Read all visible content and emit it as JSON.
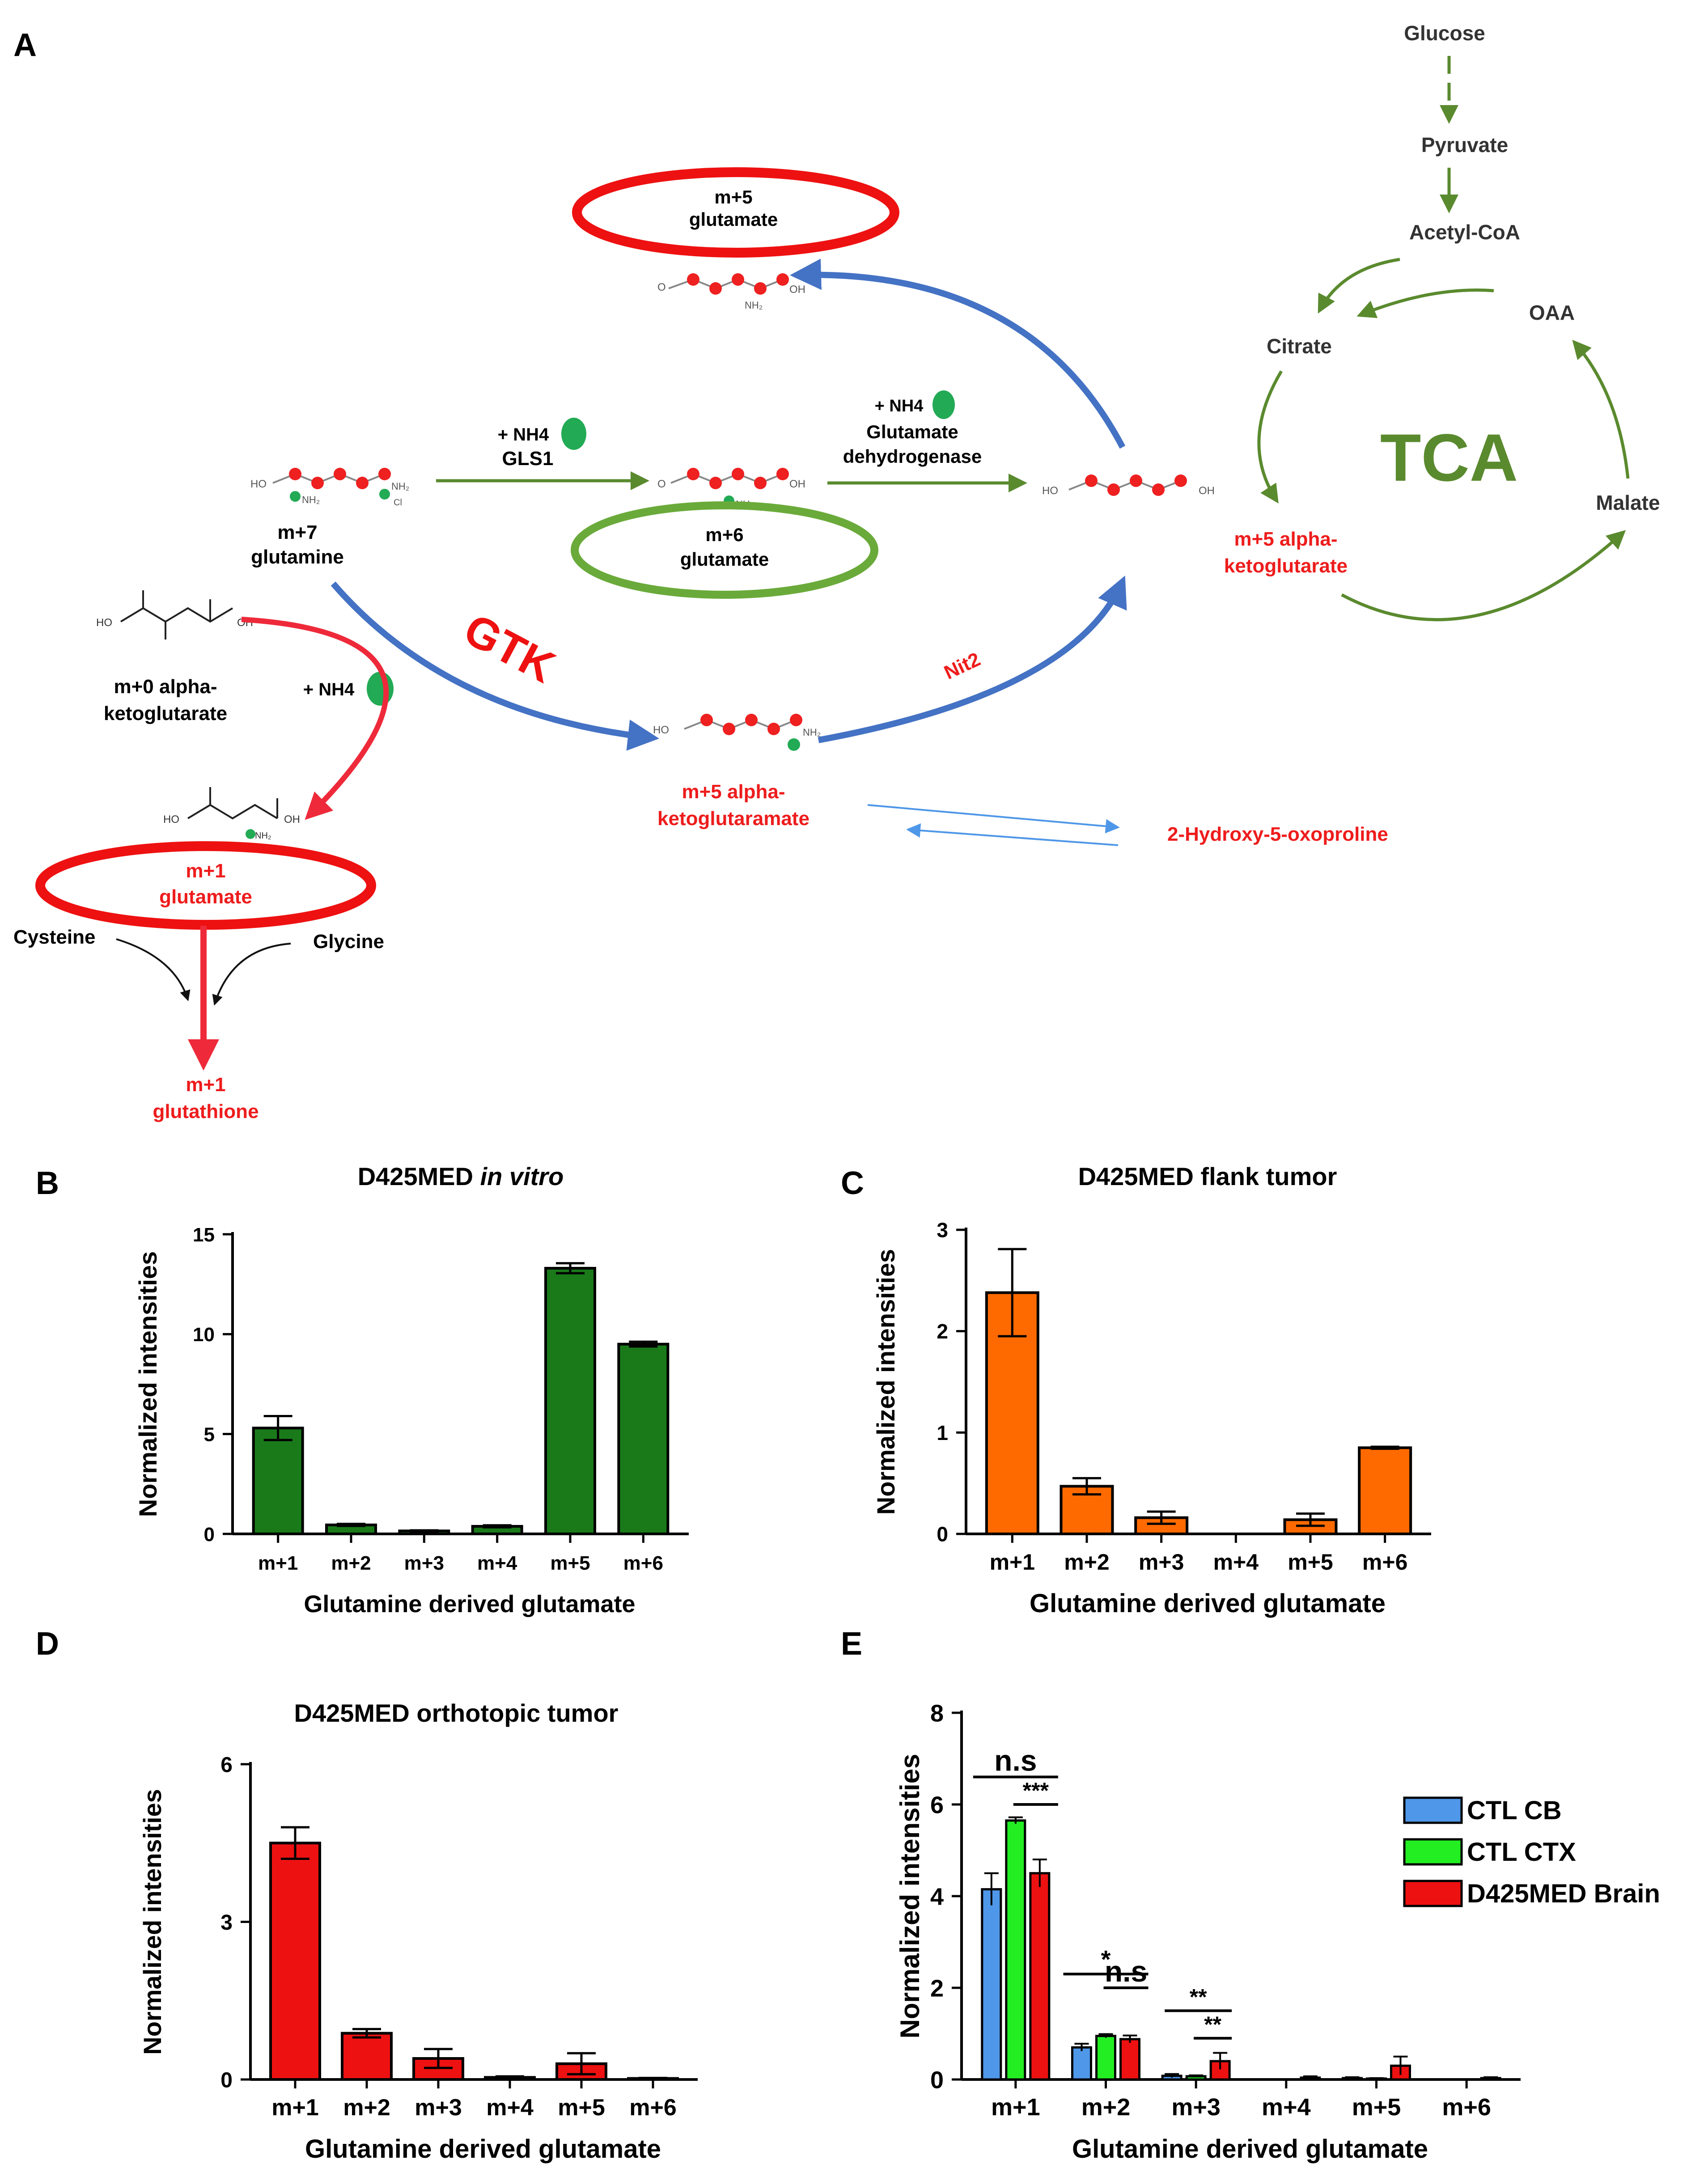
{
  "panel_labels": {
    "a": "A",
    "b": "B",
    "c": "C",
    "d": "D",
    "e": "E"
  },
  "diagram": {
    "glucose": "Glucose",
    "pyruvate": "Pyruvate",
    "acetyl_coa": "Acetyl-CoA",
    "citrate": "Citrate",
    "oaa": "OAA",
    "tca": "TCA",
    "malate": "Malate",
    "m5_glutamate_1": "m+5",
    "m5_glutamate_2": "glutamate",
    "nh4_gls": "+ NH4",
    "gls1": "GLS1",
    "nh4_gdh": "+ NH4",
    "gdh_1": "Glutamate",
    "gdh_2": "dehydrogenase",
    "m7_1": "m+7",
    "m7_2": "glutamine",
    "m6_1": "m+6",
    "m6_2": "glutamate",
    "m5akg_1": "m+5 alpha-",
    "m5akg_2": "ketoglutarate",
    "gtk": "GTK",
    "nit2": "Nit2",
    "m0akg_1": "m+0 alpha-",
    "m0akg_2": "ketoglutarate",
    "nh4_left": "+ NH4",
    "m5akgm_1": "m+5 alpha-",
    "m5akgm_2": "ketoglutaramate",
    "oxoproline": "2-Hydroxy-5-oxoproline",
    "m1glu_1": "m+1",
    "m1glu_2": "glutamate",
    "cysteine": "Cysteine",
    "glycine": "Glycine",
    "m1gsh_1": "m+1",
    "m1gsh_2": "glutathione",
    "chem": {
      "ho": "HO",
      "oh": "OH",
      "o": "O",
      "nh2": "NH₂",
      "cl": "Cl"
    }
  },
  "colors": {
    "green_bar": "#1a7a1a",
    "orange_bar": "#ff6a00",
    "red_bar": "#ee1111",
    "blue_bar": "#4f97e8",
    "bright_green_bar": "#22ee22",
    "diagram_green": "#5a8a2e",
    "diagram_blue": "#4472c4",
    "diagram_red": "#ee2a3a",
    "text_red": "#ee1c1c"
  },
  "chart_data": [
    {
      "panel": "B",
      "type": "bar",
      "title": "D425MED in vitro",
      "xlabel": "Glutamine derived glutamate",
      "ylabel": "Normalized intensities",
      "categories": [
        "m+1",
        "m+2",
        "m+3",
        "m+4",
        "m+5",
        "m+6"
      ],
      "values": [
        5.3,
        0.45,
        0.15,
        0.38,
        13.3,
        9.5
      ],
      "errors": [
        0.6,
        0.05,
        0.03,
        0.05,
        0.25,
        0.12
      ],
      "ylim": [
        0,
        15
      ],
      "yticks": [
        0,
        5,
        10,
        15
      ]
    },
    {
      "panel": "C",
      "type": "bar",
      "title": "D425MED flank tumor",
      "xlabel": "Glutamine derived glutamate",
      "ylabel": "Normalized intensities",
      "categories": [
        "m+1",
        "m+2",
        "m+3",
        "m+4",
        "m+5",
        "m+6"
      ],
      "values": [
        2.38,
        0.47,
        0.16,
        0.0,
        0.14,
        0.85
      ],
      "errors": [
        0.43,
        0.08,
        0.06,
        0.0,
        0.06,
        0.01
      ],
      "ylim": [
        0,
        3
      ],
      "yticks": [
        0,
        1,
        2,
        3
      ]
    },
    {
      "panel": "D",
      "type": "bar",
      "title": "D425MED orthotopic tumor",
      "xlabel": "Glutamine derived glutamate",
      "ylabel": "Normalized intensities",
      "categories": [
        "m+1",
        "m+2",
        "m+3",
        "m+4",
        "m+5",
        "m+6"
      ],
      "values": [
        4.5,
        0.88,
        0.4,
        0.04,
        0.3,
        0.02
      ],
      "errors": [
        0.3,
        0.08,
        0.18,
        0.02,
        0.2,
        0.01
      ],
      "ylim": [
        0,
        6
      ],
      "yticks": [
        0,
        3,
        6
      ]
    },
    {
      "panel": "E",
      "type": "bar",
      "xlabel": "Glutamine derived glutamate",
      "ylabel": "Normalized intensities",
      "categories": [
        "m+1",
        "m+2",
        "m+3",
        "m+4",
        "m+5",
        "m+6"
      ],
      "ylim": [
        0,
        8
      ],
      "yticks": [
        0,
        2,
        4,
        6,
        8
      ],
      "series": [
        {
          "name": "CTL CB",
          "values": [
            4.15,
            0.7,
            0.08,
            0.0,
            0.03,
            0.0
          ],
          "errors": [
            0.35,
            0.08,
            0.04,
            0.0,
            0.02,
            0.0
          ]
        },
        {
          "name": "CTL CTX",
          "values": [
            5.65,
            0.95,
            0.07,
            0.0,
            0.02,
            0.0
          ],
          "errors": [
            0.07,
            0.04,
            0.02,
            0.0,
            0.01,
            0.0
          ]
        },
        {
          "name": "D425MED Brain",
          "values": [
            4.5,
            0.88,
            0.4,
            0.04,
            0.3,
            0.03
          ],
          "errors": [
            0.3,
            0.08,
            0.18,
            0.03,
            0.2,
            0.02
          ]
        }
      ],
      "legend": "right",
      "annotations": [
        "n.s",
        "***",
        "*",
        "n.s",
        "**",
        "**"
      ]
    }
  ]
}
